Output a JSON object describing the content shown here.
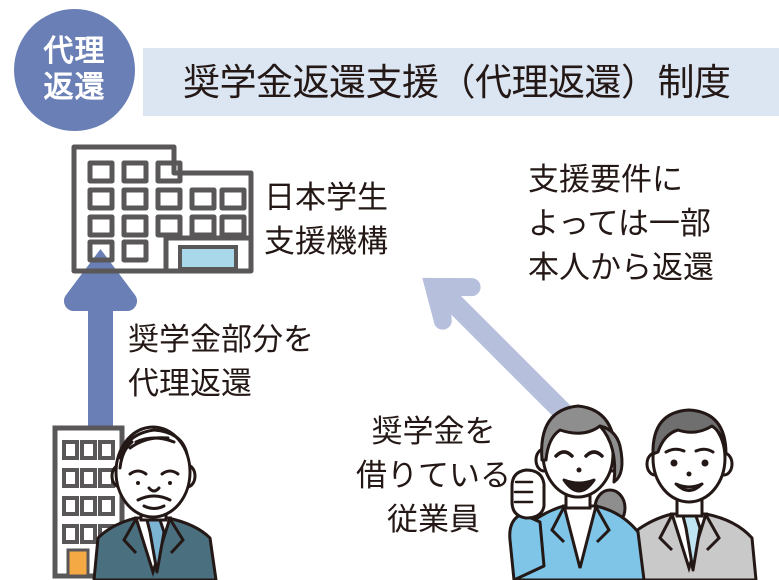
{
  "badge": {
    "line1": "代理",
    "line2": "返還"
  },
  "header": {
    "title": "奨学金返還支援（代理返還）制度"
  },
  "labels": {
    "jasso": {
      "line1": "日本学生",
      "line2": "支援機構"
    },
    "proxy_repayment": {
      "line1": "奨学金部分を",
      "line2": "代理返還"
    },
    "partial_repayment": {
      "line1": "支援要件に",
      "line2": "よっては一部",
      "line3": "本人から返還"
    },
    "employee": {
      "line1": "奨学金を",
      "line2": "借りている",
      "line3": "従業員"
    }
  },
  "illustrations": {
    "jasso_building": "jasso-building-icon",
    "company_building": "company-building-icon",
    "employer": "employer-person-icon",
    "employees": "employees-pair-icon"
  },
  "arrows": {
    "up": "arrow-up-icon",
    "diagonal": "arrow-up-left-icon"
  },
  "colors": {
    "badge_fill": "#6a7fb5",
    "header_band": "#dce6f3",
    "arrow_up": "#6a7fb5",
    "arrow_diagonal": "#b6c0dd",
    "text": "#231815",
    "building_outline": "#595757",
    "entrance_glass": "#a8d8ea",
    "company_door": "#f4a945",
    "employer_suit": "#4a707f",
    "employer_tie": "#7cb4d4",
    "employee_woman_jacket": "#7ec5e8",
    "employee_man_suit": "#c9c9c9",
    "employee_man_tie": "#bfe4f2",
    "hair_gray": "#8e8e8e",
    "hair_dark": "#706f6f"
  }
}
